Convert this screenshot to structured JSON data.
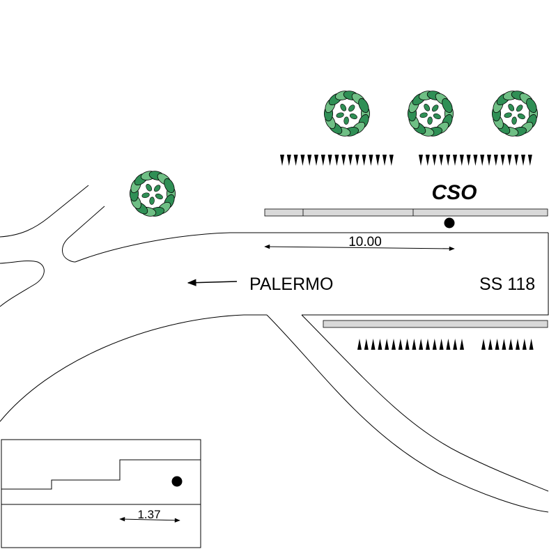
{
  "labels": {
    "site_code": "CSO",
    "direction": "PALERMO",
    "road_name": "SS 118",
    "distance_main": "10.00",
    "distance_inset": "1.37"
  },
  "colors": {
    "line": "#000000",
    "sidewalk_fill": "#d9d9d9",
    "tree_leaf_dark": "#2f8f55",
    "tree_leaf_light": "#6fbf85",
    "marker": "#000000"
  },
  "icons": {
    "tree": "tree-icon",
    "station": "measurement-point-icon",
    "arrow": "direction-arrow-icon",
    "hedge": "hedge-icon"
  }
}
